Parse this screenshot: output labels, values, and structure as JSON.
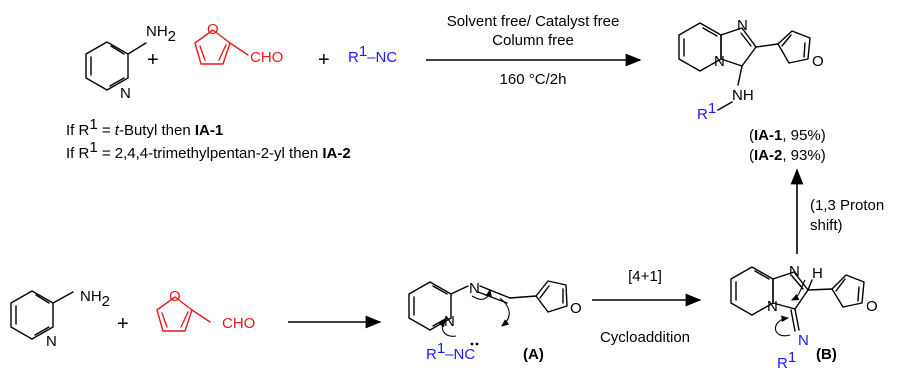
{
  "colors": {
    "red": "#e8191e",
    "blue": "#1a1aff",
    "black": "#000000"
  },
  "top": {
    "reagent1_nh2": "NH",
    "reagent1_nh2_sub": "2",
    "reagent1_n": "N",
    "plus1": "+",
    "furan_o": "O",
    "cho": "CHO",
    "plus2": "+",
    "isocyanide_r": "R",
    "isocyanide_sup": "1",
    "isocyanide_nc": "–NC",
    "conditions_line1": "Solvent free/ Catalyst free",
    "conditions_line2": "Column free",
    "conditions_line3": "160 °C/2h",
    "product_n1": "N",
    "product_n2": "N",
    "product_o": "O",
    "product_nh": "NH",
    "product_r": "R",
    "product_r_sup": "1",
    "condition_a_prefix": "If R",
    "condition_a_sup": "1",
    "condition_a_eq": " = ",
    "condition_a_group": "t",
    "condition_a_rest": "-Butyl then ",
    "condition_a_code": "IA-1",
    "condition_b_prefix": "If R",
    "condition_b_sup": "1",
    "condition_b_rest": " = 2,4,4-trimethylpentan-2-yl then ",
    "condition_b_code": "IA-2",
    "yield1_open": "(",
    "yield1_code": "IA-1",
    "yield1_rest": ", 95%)",
    "yield2_open": "(",
    "yield2_code": "IA-2",
    "yield2_rest": ", 93%)"
  },
  "bottom": {
    "reagent1_nh2": "NH",
    "reagent1_nh2_sub": "2",
    "reagent1_n": "N",
    "plus": "+",
    "furan_o": "O",
    "cho": "CHO",
    "intA_n1": "N",
    "intA_n2": "N",
    "intA_o": "O",
    "intA_r": "R",
    "intA_sup": "1",
    "intA_nc": "–NC",
    "intA_label": "(A)",
    "step_top": "[4+1]",
    "step_bottom": "Cycloaddition",
    "intB_n1": "N",
    "intB_n2": "N",
    "intB_h": "H",
    "intB_o": "O",
    "intB_nn": "N",
    "intB_r": "R",
    "intB_sup": "1",
    "intB_label": "(B)",
    "shift_line1": "(1,3 Proton",
    "shift_line2": "shift)"
  }
}
